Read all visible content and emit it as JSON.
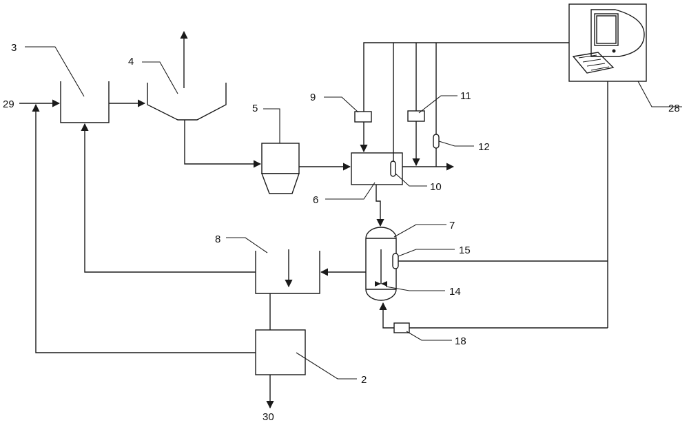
{
  "labels": {
    "l2": "2",
    "l3": "3",
    "l4": "4",
    "l5": "5",
    "l6": "6",
    "l7": "7",
    "l8": "8",
    "l9": "9",
    "l10": "10",
    "l11": "11",
    "l12": "12",
    "l14": "14",
    "l15": "15",
    "l18": "18",
    "l28": "28",
    "l29": "29",
    "l30": "30"
  },
  "colors": {
    "stroke": "#1a1a1a",
    "screen": "#ffffff"
  },
  "icons": {
    "computer": "computer-monitor-keyboard-icon"
  }
}
